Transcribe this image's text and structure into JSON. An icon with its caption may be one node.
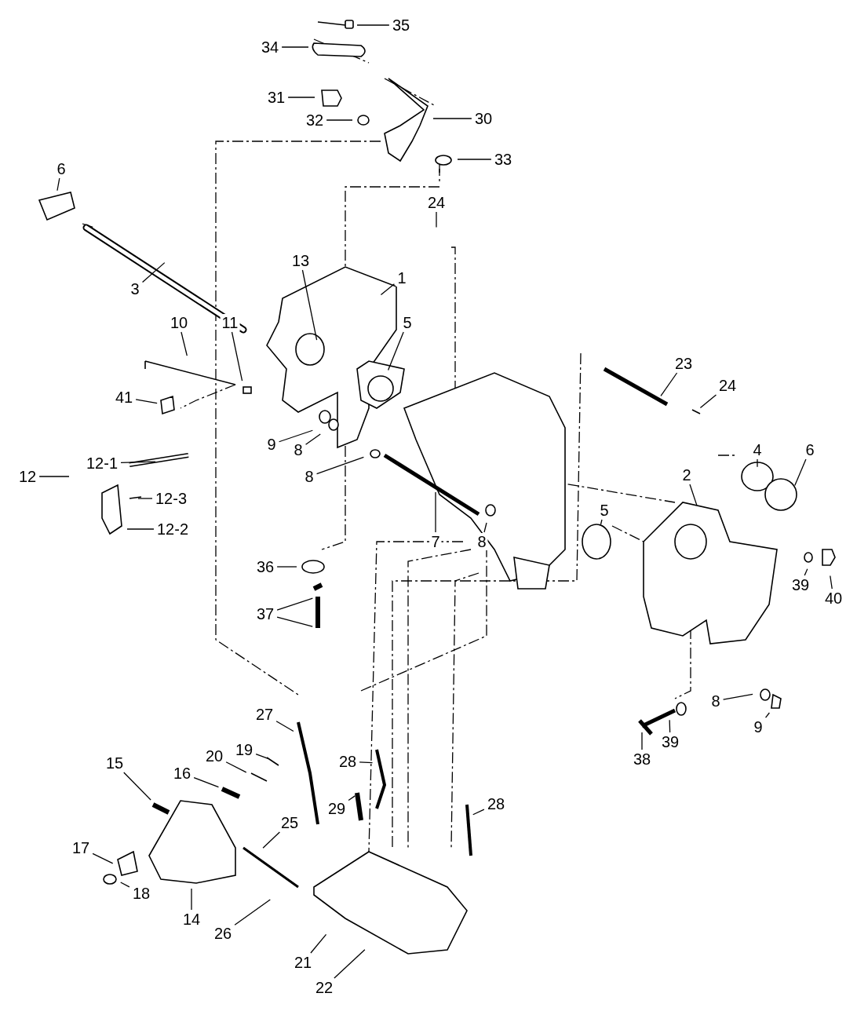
{
  "diagram": {
    "nodes": [
      {
        "text": [
          "35"
        ]
      },
      {
        "text": [
          "34"
        ]
      },
      {
        "text": [
          "31"
        ]
      },
      {
        "text": [
          "32"
        ]
      },
      {
        "text": [
          "30"
        ]
      },
      {
        "text": [
          "33"
        ]
      },
      {
        "text": [
          "6"
        ]
      },
      {
        "text": [
          "24"
        ]
      },
      {
        "text": [
          "13"
        ]
      },
      {
        "text": [
          "1"
        ]
      },
      {
        "text": [
          "3"
        ]
      },
      {
        "text": [
          "5"
        ]
      },
      {
        "text": [
          "10"
        ]
      },
      {
        "text": [
          "11"
        ]
      },
      {
        "text": [
          "23"
        ]
      },
      {
        "text": [
          "41"
        ]
      },
      {
        "text": [
          "24"
        ]
      },
      {
        "text": [
          "9"
        ]
      },
      {
        "text": [
          "8"
        ]
      },
      {
        "text": [
          "4"
        ]
      },
      {
        "text": [
          "6"
        ]
      },
      {
        "text": [
          "12-1"
        ]
      },
      {
        "text": [
          "12"
        ]
      },
      {
        "text": [
          "8"
        ]
      },
      {
        "text": [
          "2"
        ]
      },
      {
        "text": [
          "12-3"
        ]
      },
      {
        "text": [
          "5"
        ]
      },
      {
        "text": [
          "12-2"
        ]
      },
      {
        "text": [
          "7"
        ]
      },
      {
        "text": [
          "8"
        ]
      },
      {
        "text": [
          "36"
        ]
      },
      {
        "text": [
          "39"
        ]
      },
      {
        "text": [
          "40"
        ]
      },
      {
        "text": [
          "37"
        ]
      },
      {
        "text": [
          "8"
        ]
      },
      {
        "text": [
          "27"
        ]
      },
      {
        "text": [
          "9"
        ]
      },
      {
        "text": [
          "39"
        ]
      },
      {
        "text": [
          "38"
        ]
      },
      {
        "text": [
          "19"
        ]
      },
      {
        "text": [
          "20"
        ]
      },
      {
        "text": [
          "28"
        ]
      },
      {
        "text": [
          "15"
        ]
      },
      {
        "text": [
          "16"
        ]
      },
      {
        "text": [
          "28"
        ]
      },
      {
        "text": [
          "29"
        ]
      },
      {
        "text": [
          "25"
        ]
      },
      {
        "text": [
          "17"
        ]
      },
      {
        "text": [
          "18"
        ]
      },
      {
        "text": [
          "14"
        ]
      },
      {
        "text": [
          "26"
        ]
      },
      {
        "text": [
          "21"
        ]
      },
      {
        "text": [
          "22"
        ]
      }
    ],
    "edges": [
      {
        "from": 0,
        "to": null,
        "arrow": "none"
      },
      {
        "from": 1,
        "to": null,
        "arrow": "none"
      },
      {
        "from": 2,
        "to": null,
        "arrow": "none"
      },
      {
        "from": 3,
        "to": null,
        "arrow": "none"
      },
      {
        "from": 4,
        "to": null,
        "arrow": "none"
      },
      {
        "from": 5,
        "to": null,
        "arrow": "none"
      },
      {
        "from": 6,
        "to": null,
        "arrow": "none"
      },
      {
        "from": 7,
        "to": null,
        "arrow": "none"
      },
      {
        "from": 8,
        "to": null,
        "arrow": "none"
      },
      {
        "from": 9,
        "to": null,
        "arrow": "none"
      },
      {
        "from": 10,
        "to": null,
        "arrow": "none"
      },
      {
        "from": 11,
        "to": null,
        "arrow": "none"
      },
      {
        "from": 12,
        "to": null,
        "arrow": "none"
      },
      {
        "from": 13,
        "to": null,
        "arrow": "none"
      },
      {
        "from": 14,
        "to": null,
        "arrow": "none"
      },
      {
        "from": 15,
        "to": null,
        "arrow": "none"
      },
      {
        "from": 16,
        "to": null,
        "arrow": "none"
      },
      {
        "from": 17,
        "to": null,
        "arrow": "none"
      },
      {
        "from": 18,
        "to": null,
        "arrow": "none"
      },
      {
        "from": 19,
        "to": null,
        "arrow": "none"
      },
      {
        "from": 20,
        "to": null,
        "arrow": "none"
      },
      {
        "from": 21,
        "to": null,
        "arrow": "none"
      },
      {
        "from": 22,
        "to": null,
        "arrow": "none"
      },
      {
        "from": 23,
        "to": null,
        "arrow": "none"
      },
      {
        "from": 24,
        "to": null,
        "arrow": "none"
      },
      {
        "from": 25,
        "to": null,
        "arrow": "none"
      },
      {
        "from": 26,
        "to": null,
        "arrow": "none"
      },
      {
        "from": 27,
        "to": null,
        "arrow": "none"
      },
      {
        "from": 28,
        "to": null,
        "arrow": "none"
      },
      {
        "from": 29,
        "to": null,
        "arrow": "none"
      },
      {
        "from": 30,
        "to": null,
        "arrow": "none"
      },
      {
        "from": 31,
        "to": null,
        "arrow": "none"
      },
      {
        "from": 32,
        "to": null,
        "arrow": "none"
      },
      {
        "from": 33,
        "to": null,
        "arrow": "none"
      },
      {
        "from": 33,
        "to": null,
        "arrow": "none"
      },
      {
        "from": 34,
        "to": null,
        "arrow": "none"
      },
      {
        "from": 35,
        "to": null,
        "arrow": "none"
      },
      {
        "from": 36,
        "to": null,
        "arrow": "none"
      },
      {
        "from": 37,
        "to": null,
        "arrow": "none"
      },
      {
        "from": 38,
        "to": null,
        "arrow": "none"
      },
      {
        "from": 39,
        "to": null,
        "arrow": "none"
      },
      {
        "from": 40,
        "to": null,
        "arrow": "none"
      },
      {
        "from": 41,
        "to": null,
        "arrow": "none"
      },
      {
        "from": 42,
        "to": null,
        "arrow": "none"
      },
      {
        "from": 43,
        "to": null,
        "arrow": "none"
      },
      {
        "from": 44,
        "to": null,
        "arrow": "none"
      },
      {
        "from": 45,
        "to": null,
        "arrow": "none"
      },
      {
        "from": 46,
        "to": null,
        "arrow": "none"
      },
      {
        "from": 47,
        "to": null,
        "arrow": "none"
      },
      {
        "from": 48,
        "to": null,
        "arrow": "none"
      },
      {
        "from": 49,
        "to": null,
        "arrow": "none"
      },
      {
        "from": 50,
        "to": null,
        "arrow": "none"
      },
      {
        "from": 51,
        "to": null,
        "arrow": "none"
      },
      {
        "from": 52,
        "to": null,
        "arrow": "none"
      }
    ]
  }
}
